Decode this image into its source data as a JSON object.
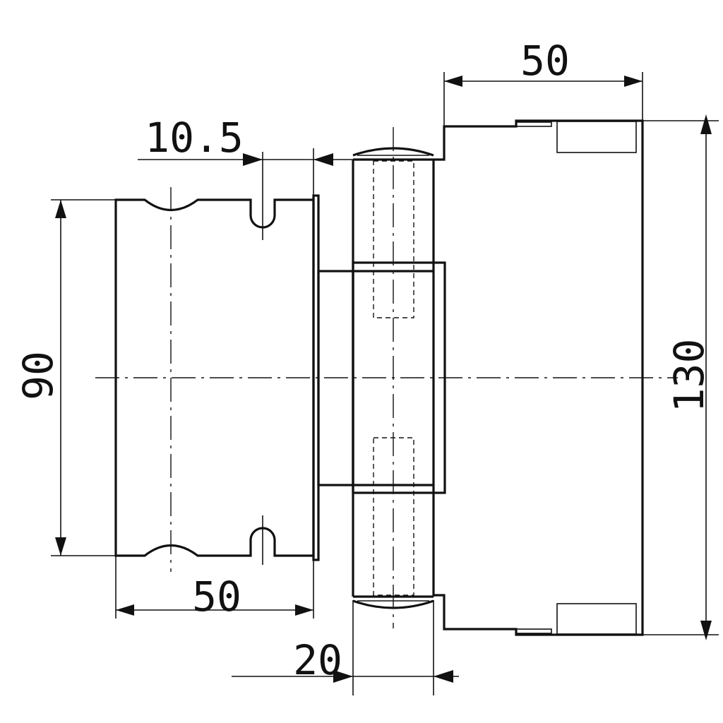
{
  "colors": {
    "line": "#111111",
    "background": "#ffffff"
  },
  "dimensions": {
    "top_width": "50",
    "offset": "10.5",
    "left_height": "90",
    "right_height": "130",
    "bottom_width": "50",
    "knuckle_width": "20"
  }
}
